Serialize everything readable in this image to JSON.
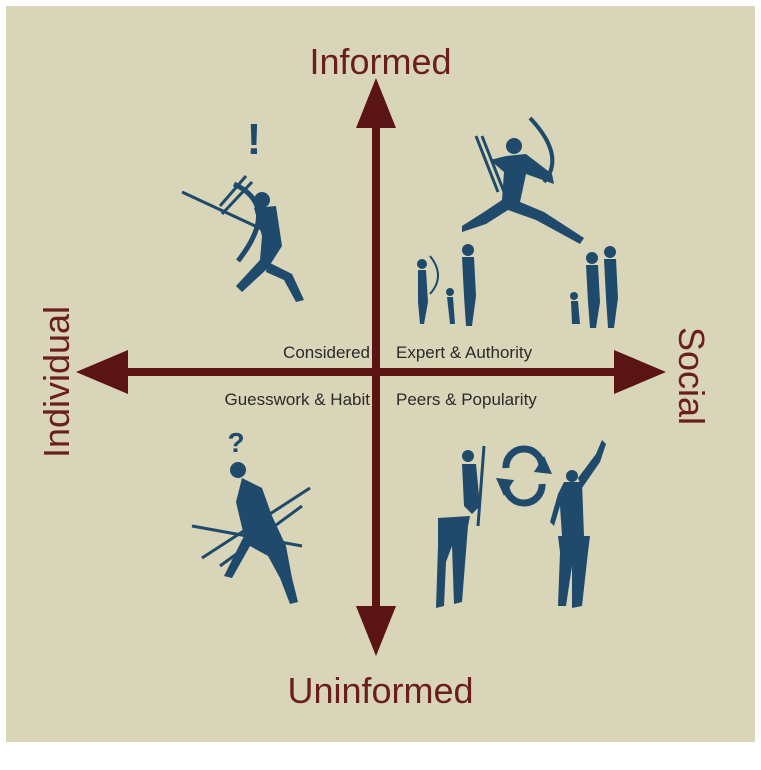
{
  "axes": {
    "top": "Informed",
    "bottom": "Uninformed",
    "left": "Individual",
    "right": "Social"
  },
  "quadrants": {
    "top_left": "Considered",
    "top_right": "Expert & Authority",
    "bottom_left": "Guesswork & Habit",
    "bottom_right": "Peers & Popularity"
  },
  "symbols": {
    "top_left": "!",
    "bottom_left": "?"
  },
  "colors": {
    "background": "#d9d5b9",
    "arrow": "#5a1414",
    "axis_text": "#6b1e1e",
    "figures": "#1f4a6b"
  }
}
